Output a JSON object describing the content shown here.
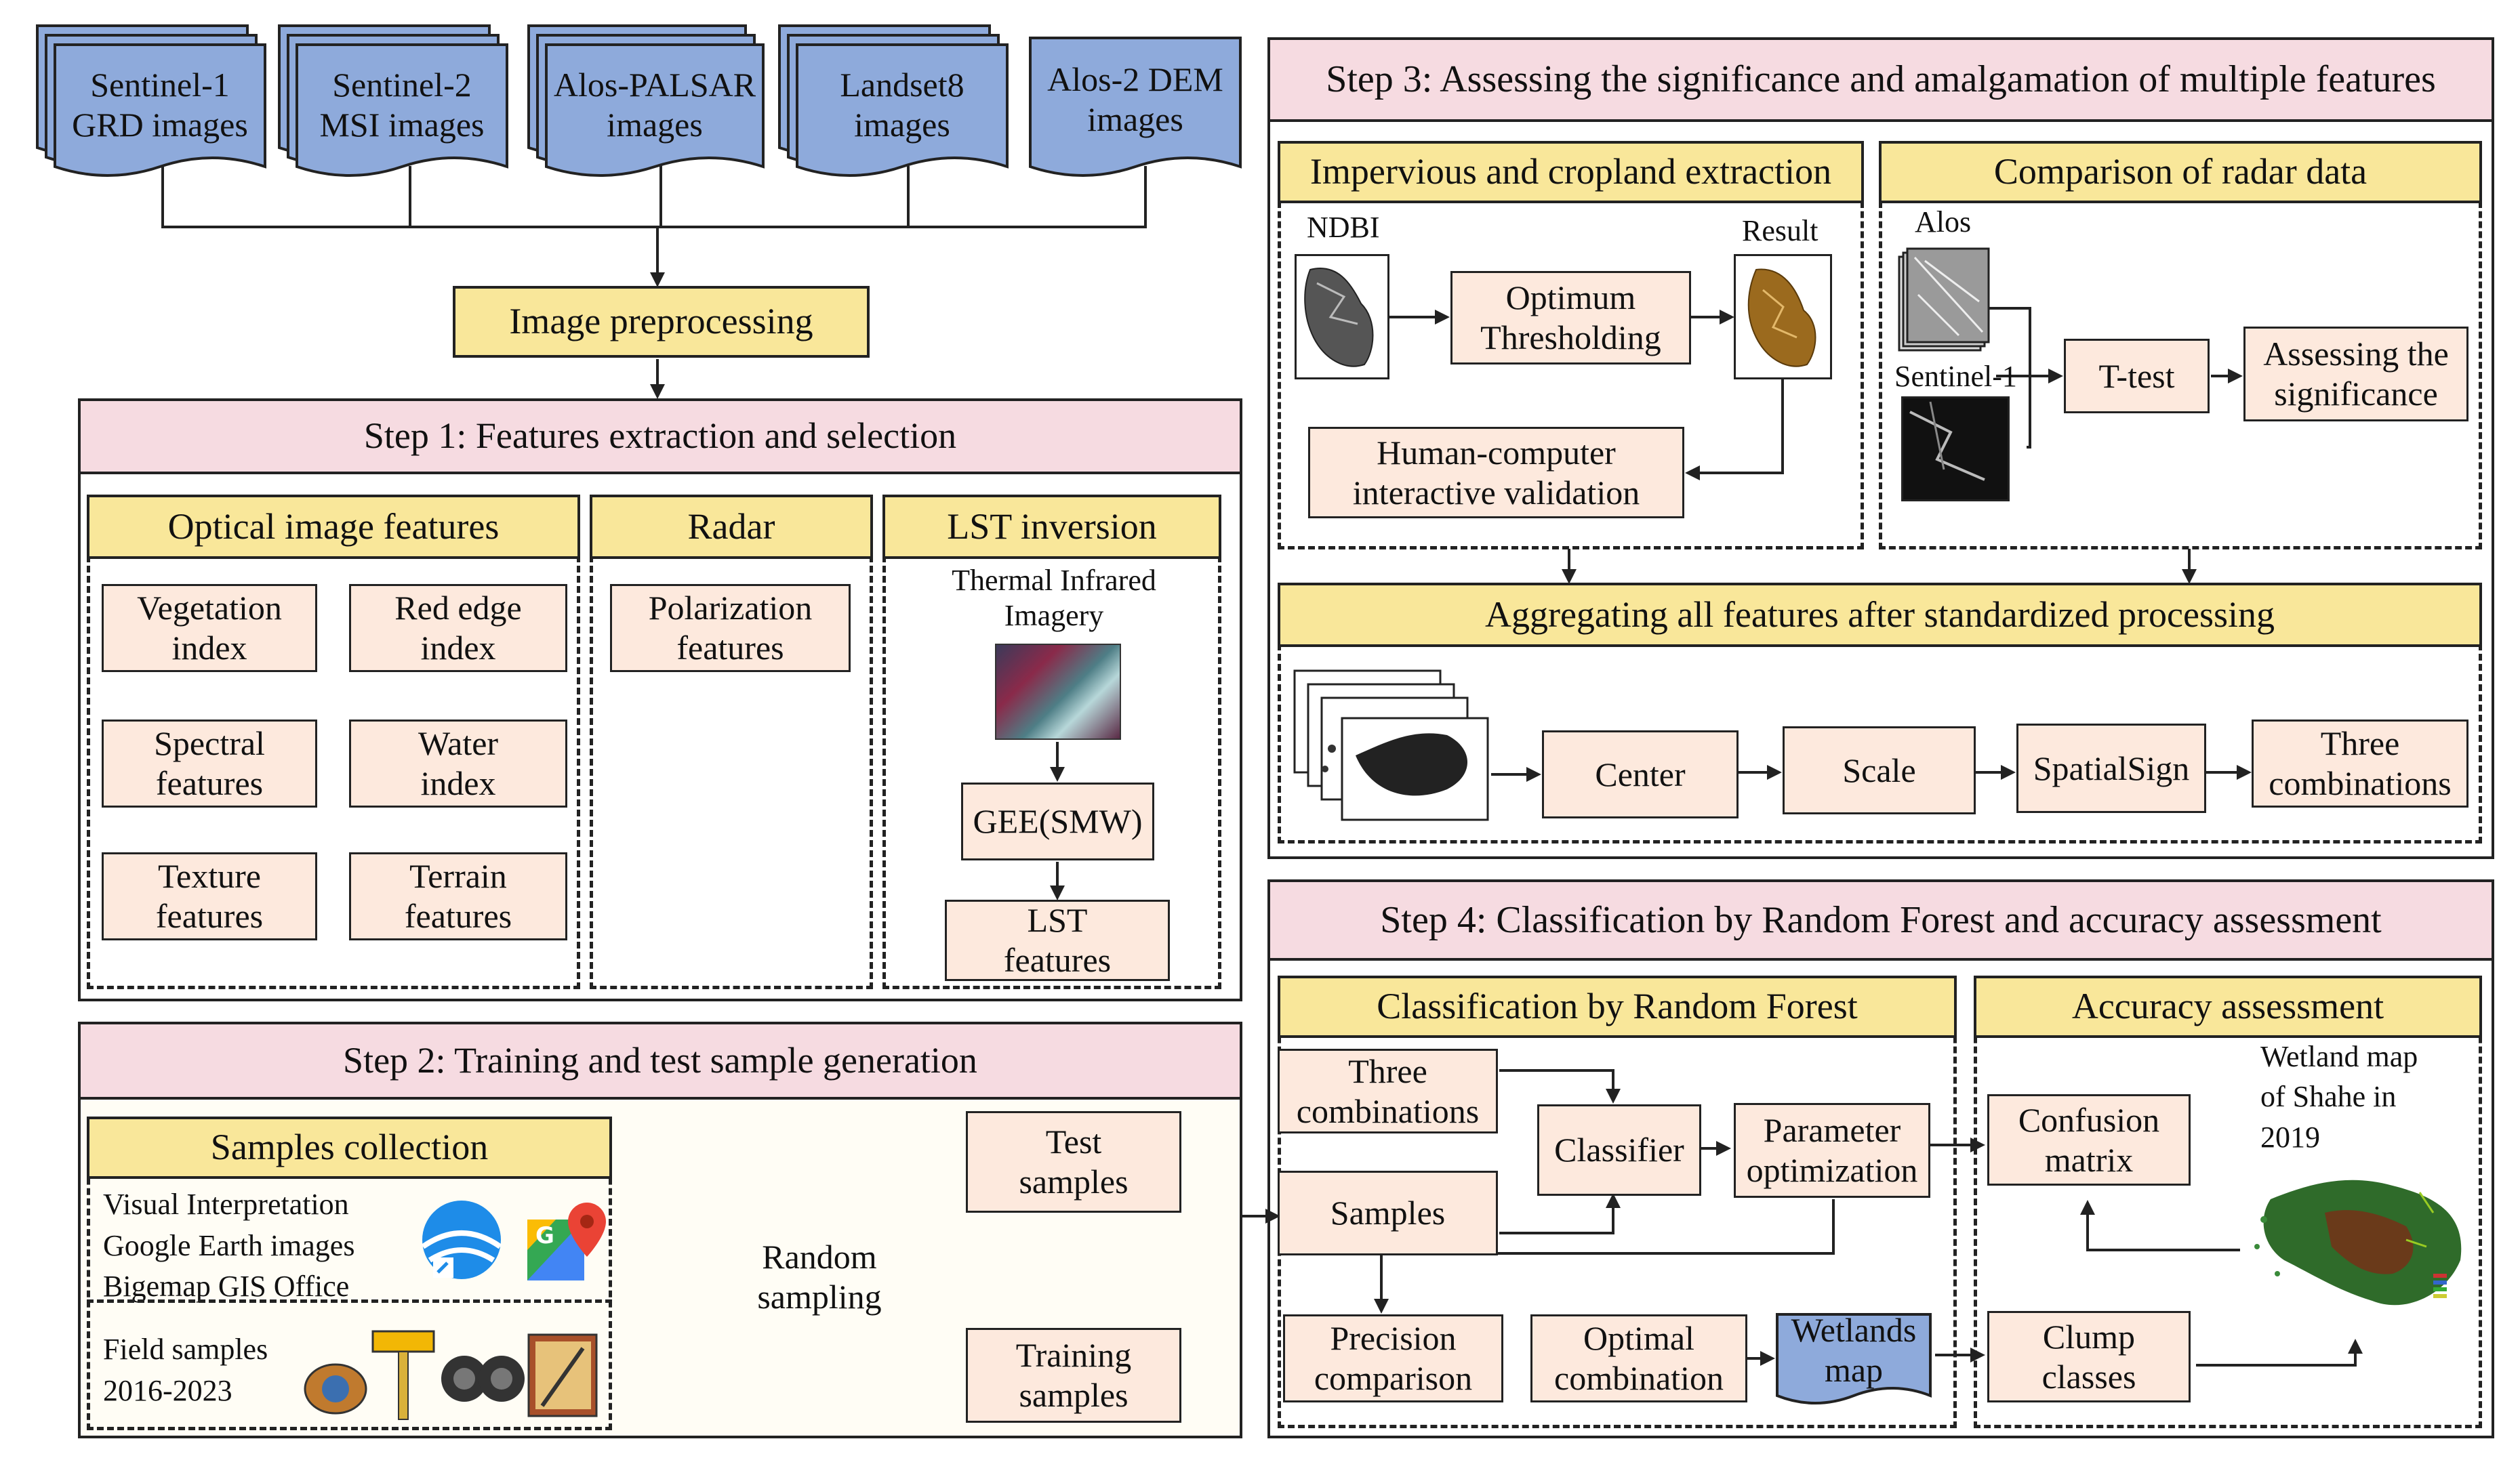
{
  "sources": {
    "s1": [
      "Sentinel-1",
      "GRD images"
    ],
    "s2": [
      "Sentinel-2",
      "MSI images"
    ],
    "s3": [
      "Alos-PALSAR",
      "images"
    ],
    "s4": [
      "Landset8",
      "images"
    ],
    "s5": [
      "Alos-2 DEM",
      "images"
    ]
  },
  "preprocessing": "Image preprocessing",
  "step1": {
    "title": "Step 1: Features extraction and selection",
    "optical": "Optical image features",
    "radar": "Radar",
    "lst": "LST inversion",
    "veg": [
      "Vegetation",
      "index"
    ],
    "rededge": [
      "Red edge",
      "index"
    ],
    "spectral": [
      "Spectral",
      "features"
    ],
    "water": [
      "Water",
      "index"
    ],
    "texture": [
      "Texture",
      "features"
    ],
    "terrain": [
      "Terrain",
      "features"
    ],
    "polar": [
      "Polarization",
      "features"
    ],
    "thermal": [
      "Thermal Infrared",
      "Imagery"
    ],
    "gee": "GEE(SMW)",
    "lstf": [
      "LST",
      "features"
    ]
  },
  "step2": {
    "title": "Step 2: Training and test sample generation",
    "samples": "Samples collection",
    "visual": "Visual Interpretation",
    "google": "Google Earth images",
    "bigemap": "Bigemap GIS Office",
    "field": [
      "Field samples",
      "2016-2023"
    ],
    "random": [
      "Random",
      "sampling"
    ],
    "test": [
      "Test",
      "samples"
    ],
    "training": [
      "Training",
      "samples"
    ]
  },
  "step3": {
    "title": "Step 3: Assessing the significance and amalgamation of multiple features",
    "imperv": "Impervious and cropland extraction",
    "compare": "Comparison of radar data",
    "ndbi": "NDBI",
    "result": "Result",
    "optimum": [
      "Optimum",
      "Thresholding"
    ],
    "human": [
      "Human-computer",
      "interactive validation"
    ],
    "alos": "Alos",
    "sentinel1": "Sentinel-1",
    "ttest": "T-test",
    "assess": [
      "Assessing the",
      "significance"
    ],
    "aggregate": "Aggregating all features after standardized processing",
    "center": "Center",
    "scale": "Scale",
    "spatial": "SpatialSign",
    "three": [
      "Three",
      "combinations"
    ]
  },
  "step4": {
    "title": "Step 4: Classification by Random Forest and accuracy assessment",
    "rf": "Classification by Random Forest",
    "acc": "Accuracy assessment",
    "three": [
      "Three",
      "combinations"
    ],
    "samples": "Samples",
    "classifier": "Classifier",
    "param": [
      "Parameter",
      "optimization"
    ],
    "precision": [
      "Precision",
      "comparison"
    ],
    "optimal": [
      "Optimal",
      "combination"
    ],
    "wetlands": [
      "Wetlands",
      "map"
    ],
    "confusion": [
      "Confusion",
      "matrix"
    ],
    "wetmap": [
      "Wetland map",
      "of Shahe in",
      "2019"
    ],
    "clump": [
      "Clump",
      "classes"
    ]
  },
  "colors": {
    "yellow": "#f9e79a",
    "pink": "#f6dbe1",
    "peach": "#fde9dd",
    "blue": "#8eaadb",
    "step2bg": "#fffdf5"
  }
}
